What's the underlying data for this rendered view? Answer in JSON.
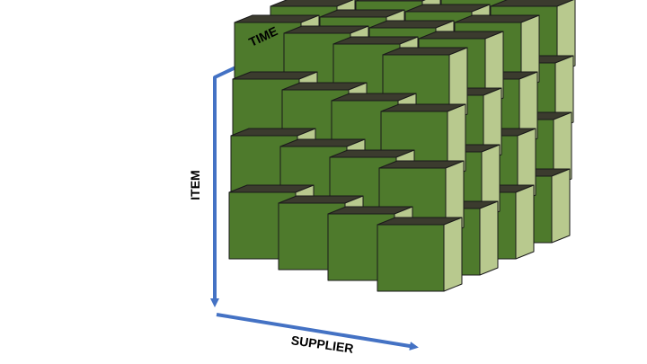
{
  "diagram": {
    "axes": {
      "time": {
        "label": "TIME"
      },
      "item": {
        "label": "ITEM"
      },
      "supplier": {
        "label": "SUPPLIER"
      }
    },
    "cube_grid": {
      "columns": 4,
      "rows": 4,
      "depth": 4
    },
    "colors": {
      "arrow": "#4472C4",
      "front_face": "#4E7A2C",
      "side_face": "#B8C98E",
      "top_face": "#3B3B2E",
      "edge": "#1A1A1A"
    }
  }
}
